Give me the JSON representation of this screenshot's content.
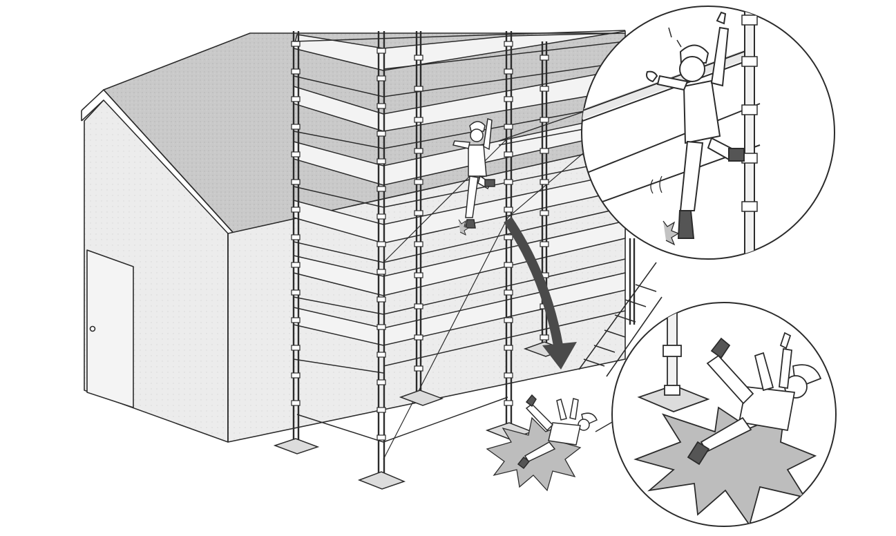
{
  "illustration": {
    "type": "line-drawing",
    "palette": {
      "ink": "#2b2b2b",
      "roof": "#c9c9c9",
      "wall": "#e4e4e4",
      "board": "#f2f2f2",
      "impact": "#bdbdbd",
      "arrow": "#4a4a4a",
      "background": "#ffffff"
    },
    "objects": [
      "house",
      "scaffold",
      "worker-climbing",
      "fall-arrow",
      "worker-fallen",
      "stair-tower",
      "detail-circle-climbing",
      "detail-circle-impact"
    ]
  }
}
